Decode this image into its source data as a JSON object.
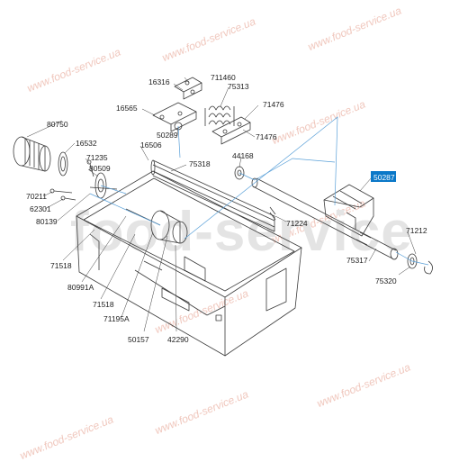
{
  "diagram": {
    "watermarks": [
      "www.food-service.ua",
      "food-service"
    ],
    "part_labels": [
      "711460",
      "16316",
      "75313",
      "71476",
      "16565",
      "50289",
      "71476",
      "80750",
      "16532",
      "71235",
      "80509",
      "16506",
      "75318",
      "44168",
      "70211",
      "62301",
      "80139",
      "71518",
      "80991A",
      "71518",
      "71195A",
      "50157",
      "42290",
      "71224",
      "50287",
      "71212",
      "75317",
      "75320"
    ],
    "highlighted_label": "50287",
    "colors": {
      "highlight": "#0b78c8",
      "line": "#3a3a3a",
      "guide": "#5aa0d8",
      "watermark": "#f0c7bd"
    }
  }
}
